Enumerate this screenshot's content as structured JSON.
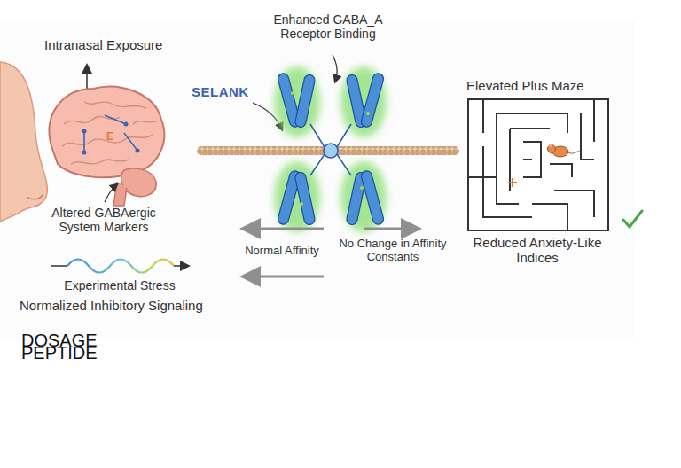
{
  "diagram": {
    "labels": [
      "Intranasal Exposure",
      "Enhanced GABA_A Receptor Binding",
      "Elevated Plus Maze",
      "SELANK",
      "Altered GABAergic System Markers",
      "Normal Affinity",
      "No Change in Affinity Constants",
      "Reduced Anxiety-Like Indices",
      "Experimental Stress",
      "Normalized Inhibitory Signaling",
      "DOSAGE",
      "PEPTIDE"
    ]
  }
}
